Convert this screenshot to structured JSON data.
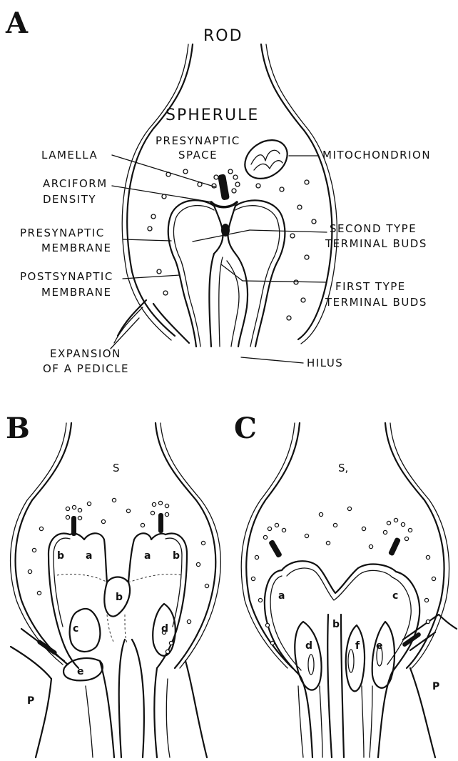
{
  "panels": {
    "a": {
      "letter": "A",
      "labels": {
        "rod": "ROD",
        "spherule": "SPHERULE",
        "presynaptic_space_1": "PRESYNAPTIC",
        "presynaptic_space_2": "SPACE",
        "lamella": "LAMELLA",
        "arciform_1": "ARCIFORM",
        "arciform_2": "DENSITY",
        "presyn_membrane_1": "PRESYNAPTIC",
        "presyn_membrane_2": "MEMBRANE",
        "postsyn_membrane_1": "POSTSYNAPTIC",
        "postsyn_membrane_2": "MEMBRANE",
        "expansion_1": "EXPANSION",
        "expansion_2": "OF A PEDICLE",
        "mitochondrion": "MITOCHONDRION",
        "second_type_1": "SECOND TYPE",
        "second_type_2": "TERMINAL BUDS",
        "first_type_1": "FIRST TYPE",
        "first_type_2": "TERMINAL BUDS",
        "hilus": "HILUS"
      }
    },
    "b": {
      "letter": "B",
      "labels": {
        "s": "S",
        "a1": "a",
        "a2": "a",
        "b1": "b",
        "b2": "b",
        "b3": "b",
        "c": "c",
        "d": "d",
        "e": "e",
        "p": "P"
      }
    },
    "c": {
      "letter": "C",
      "labels": {
        "s": "S,",
        "a": "a",
        "b": "b",
        "c": "c",
        "d": "d",
        "e": "e",
        "f": "f",
        "p": "P"
      }
    }
  }
}
